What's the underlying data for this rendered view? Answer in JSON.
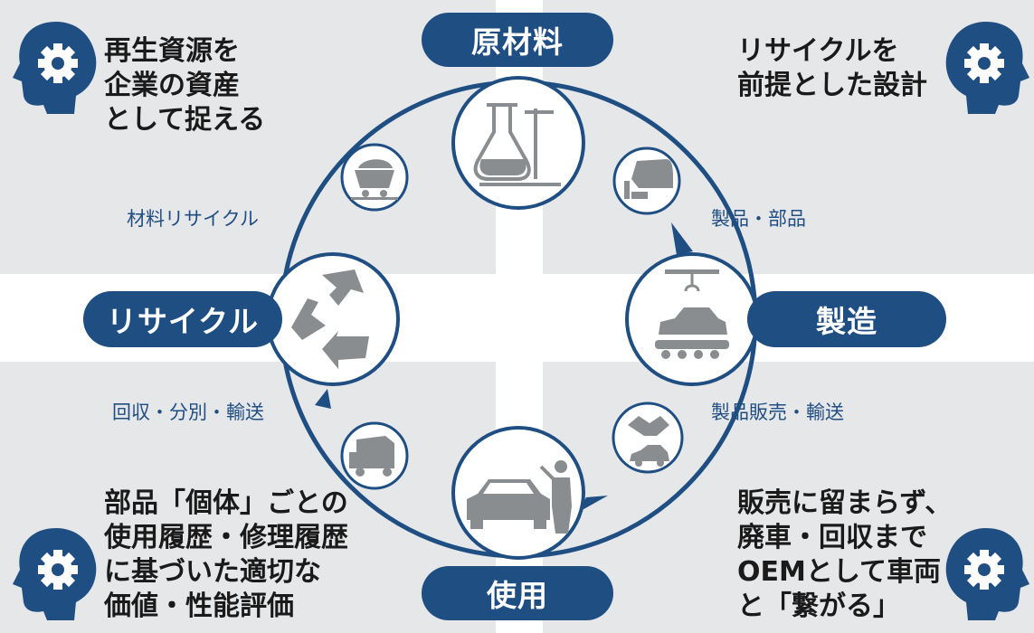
{
  "stages": {
    "raw_materials": "原材料",
    "manufacturing": "製造",
    "use": "使用",
    "recycle": "リサイクル"
  },
  "transitions": {
    "products_parts": "製品・部品",
    "sales_transport": "製品販売・輸送",
    "collection": "回収・分別・輸送",
    "material_recycle": "材料リサイクル"
  },
  "notes": {
    "top_left": [
      "再生資源を",
      "企業の資産",
      "として捉える"
    ],
    "top_right": [
      "リサイクルを",
      "前提とした設計"
    ],
    "bottom_left": [
      "部品「個体」ごとの",
      "使用履歴・修理履歴",
      "に基づいた適切な",
      "価値・性能評価"
    ],
    "bottom_right": [
      "販売に留まらず、",
      "廃車・回収まで",
      "OEMとして車両",
      "と「繋がる」"
    ]
  },
  "colors": {
    "navy": "#1f4e83",
    "panel": "#e6e7e8",
    "icon_gray": "#8a8d90"
  }
}
